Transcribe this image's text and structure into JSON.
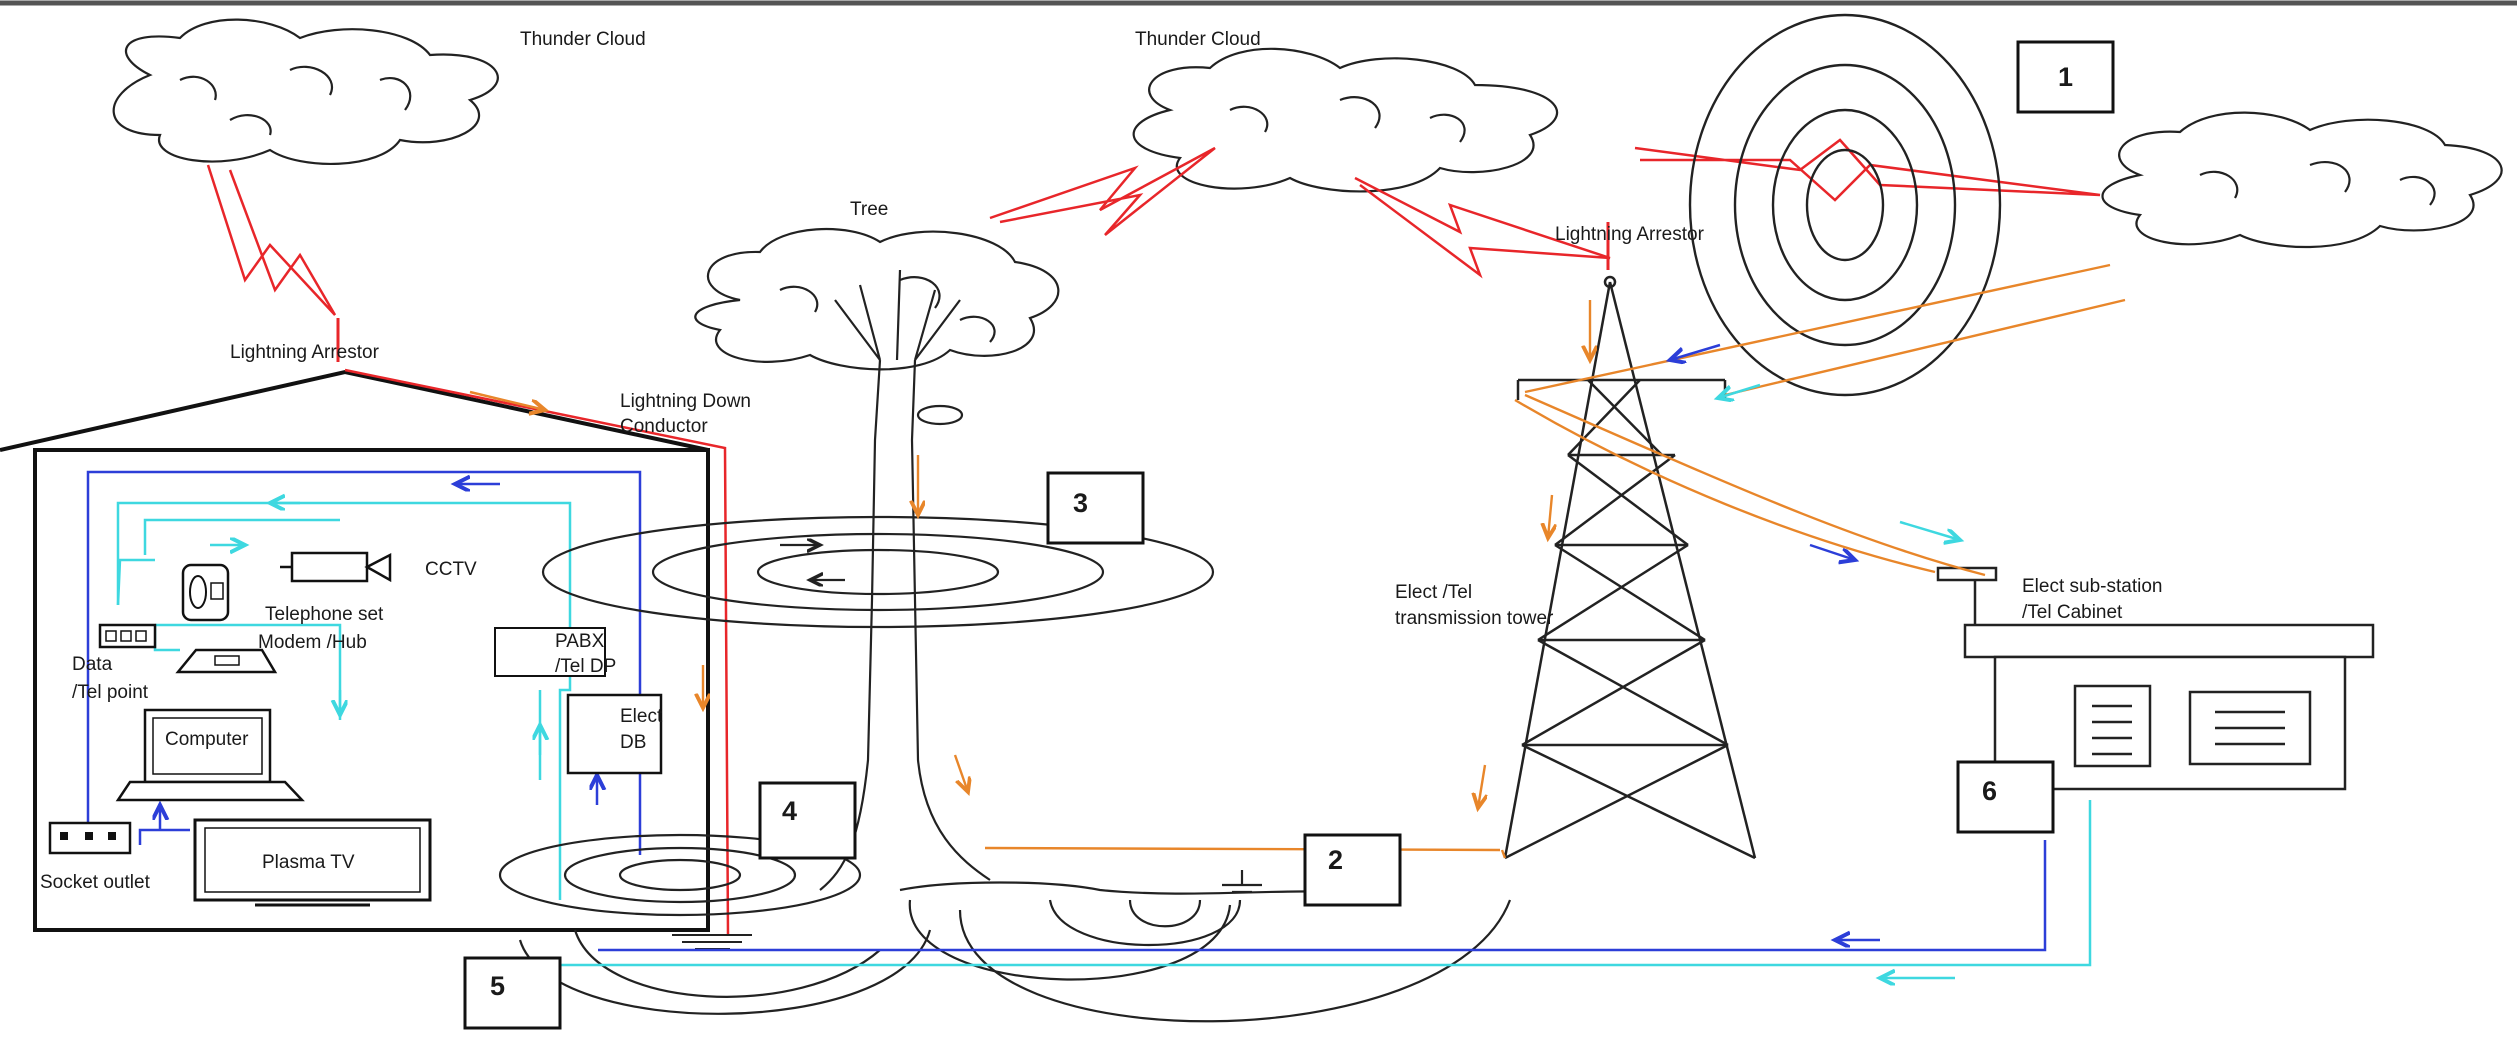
{
  "labels": {
    "cloud_left": "Thunder Cloud",
    "cloud_center": "Thunder Cloud",
    "tree": "Tree",
    "arrestor_house": "Lightning Arrestor",
    "arrestor_tower": "Lightning Arrestor",
    "down_conductor_1": "Lightning Down",
    "down_conductor_2": "Conductor",
    "cctv": "CCTV",
    "telephone": "Telephone set",
    "modem": "Modem /Hub",
    "data_point_1": "Data",
    "data_point_2": "/Tel point",
    "computer": "Computer",
    "plasma_tv": "Plasma TV",
    "socket": "Socket outlet",
    "pabx_1": "PABX",
    "pabx_2": "/Tel DP",
    "elect_db_1": "Elect",
    "elect_db_2": "DB",
    "tower_1": "Elect /Tel",
    "tower_2": "transmission tower",
    "substation_1": "Elect sub-station",
    "substation_2": "/Tel Cabinet"
  },
  "markers": [
    "1",
    "2",
    "3",
    "4",
    "5",
    "6"
  ],
  "colors": {
    "lightning": "#e8262a",
    "surge_orange": "#e8862a",
    "blue_line": "#2c3ed8",
    "cyan_line": "#3ed8e0",
    "outline": "#222222",
    "background": "#ffffff"
  }
}
